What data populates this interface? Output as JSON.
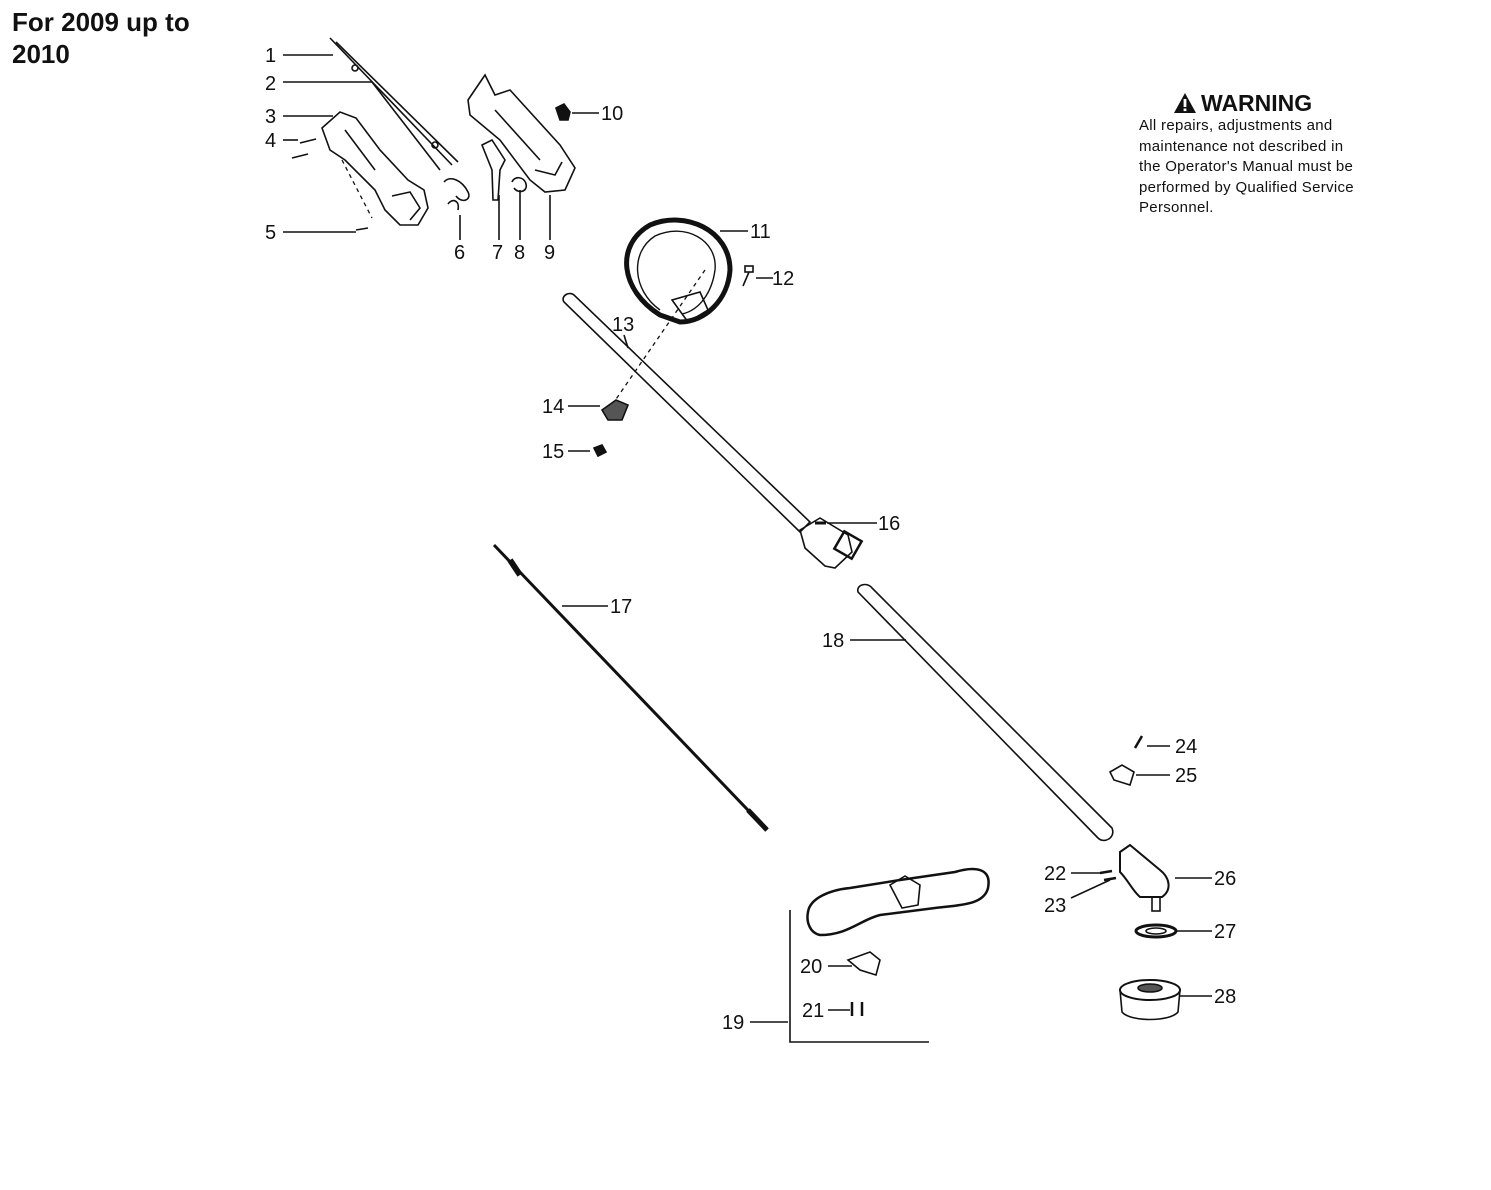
{
  "title_lines": [
    "For 2009 up to",
    "2010"
  ],
  "warning": {
    "heading": "WARNING",
    "icon": "warning-triangle-icon",
    "lines": [
      "All repairs, adjustments and",
      "maintenance not described in",
      "the Operator's Manual must be",
      "performed by Qualified Service",
      "Personnel."
    ]
  },
  "callouts": [
    "1",
    "2",
    "3",
    "4",
    "5",
    "6",
    "7",
    "8",
    "9",
    "10",
    "11",
    "12",
    "13",
    "14",
    "15",
    "16",
    "17",
    "18",
    "19",
    "20",
    "21",
    "22",
    "23",
    "24",
    "25",
    "26",
    "27",
    "28"
  ]
}
